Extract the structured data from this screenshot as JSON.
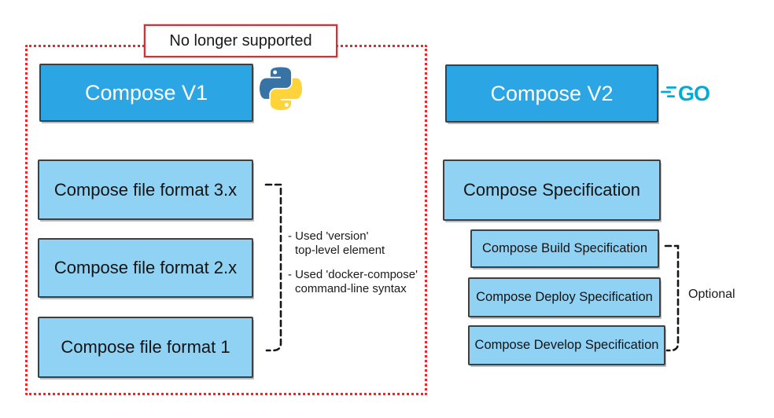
{
  "palette": {
    "bright_blue": "#2ba5e3",
    "light_blue": "#8fd2f4",
    "red": "#e8282c",
    "go_cyan": "#00acd7",
    "python_blue": "#3873a6",
    "python_yellow": "#ffd43b"
  },
  "banner": {
    "label": "No longer supported"
  },
  "left_section": {
    "header": {
      "label": "Compose V1",
      "icon": "python-icon"
    },
    "boxes": [
      {
        "label": "Compose file format 3.x"
      },
      {
        "label": "Compose file format 2.x"
      },
      {
        "label": "Compose file format 1"
      }
    ],
    "notes": [
      {
        "line1": "- Used 'version'",
        "line2": "top-level element"
      },
      {
        "line1": "- Used 'docker-compose'",
        "line2": "command-line syntax"
      }
    ]
  },
  "right_section": {
    "header": {
      "label": "Compose V2",
      "icon": "go-icon"
    },
    "spec_box": {
      "label": "Compose Specification"
    },
    "sub_boxes": [
      {
        "label": "Compose Build Specification"
      },
      {
        "label": "Compose Deploy Specification"
      },
      {
        "label": "Compose Develop Specification"
      }
    ],
    "bracket_label": "Optional"
  }
}
